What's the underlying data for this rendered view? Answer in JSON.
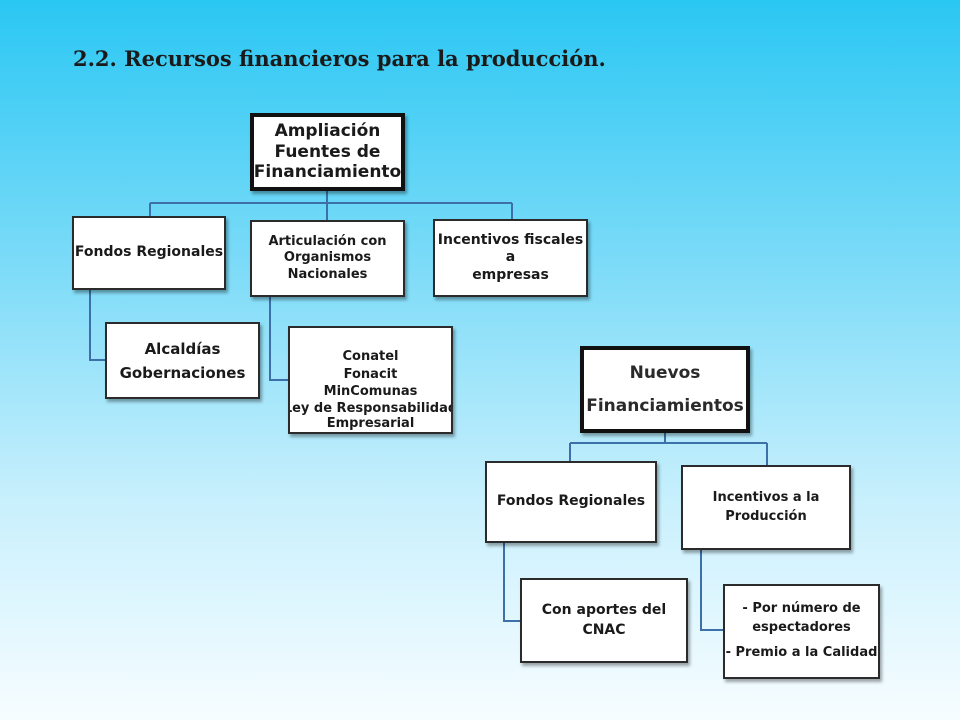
{
  "title": "2.2. Recursos financieros para la producción.",
  "top_tree": {
    "root": [
      "Ampliación",
      "Fuentes de",
      "Financiamiento"
    ],
    "fondos_regionales": [
      "Fondos Regionales"
    ],
    "articulacion": [
      "Articulación con",
      "Organismos",
      "Nacionales"
    ],
    "incentivos_fiscales": [
      "Incentivos fiscales a",
      "empresas"
    ],
    "alcaldias": [
      "Alcaldías",
      "Gobernaciones"
    ],
    "organismos": [
      "Conatel",
      "Fonacit",
      "MinComunas",
      "Ley de Responsabilidad",
      "Empresarial"
    ]
  },
  "bottom_tree": {
    "root": [
      "Nuevos",
      "Financiamientos"
    ],
    "fondos_regionales": [
      "Fondos Regionales"
    ],
    "incentivos_produccion": [
      "Incentivos a la",
      "Producción"
    ],
    "cnac": [
      "Con aportes del",
      "CNAC"
    ],
    "premios": [
      "- Por número de",
      "espectadores",
      "- Premio a la Calidad"
    ]
  }
}
